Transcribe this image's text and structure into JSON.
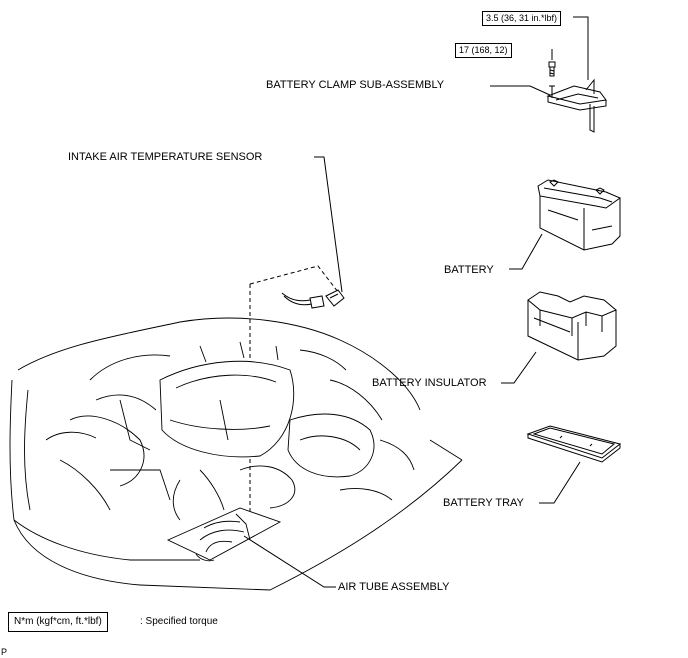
{
  "labels": {
    "battery_clamp": "BATTERY CLAMP SUB-ASSEMBLY",
    "intake_air_sensor": "INTAKE AIR TEMPERATURE SENSOR",
    "battery": "BATTERY",
    "battery_insulator": "BATTERY INSULATOR",
    "battery_tray": "BATTERY TRAY",
    "air_tube": "AIR TUBE ASSEMBLY"
  },
  "torque": {
    "clamp_nut": "3.5 (36, 31 in.*lbf)",
    "clamp_bolt": "17 (168, 12)"
  },
  "legend": {
    "unit_box": "N*m (kgf*cm, ft.*lbf)",
    "description": ": Specified torque"
  },
  "figure_id": "P"
}
